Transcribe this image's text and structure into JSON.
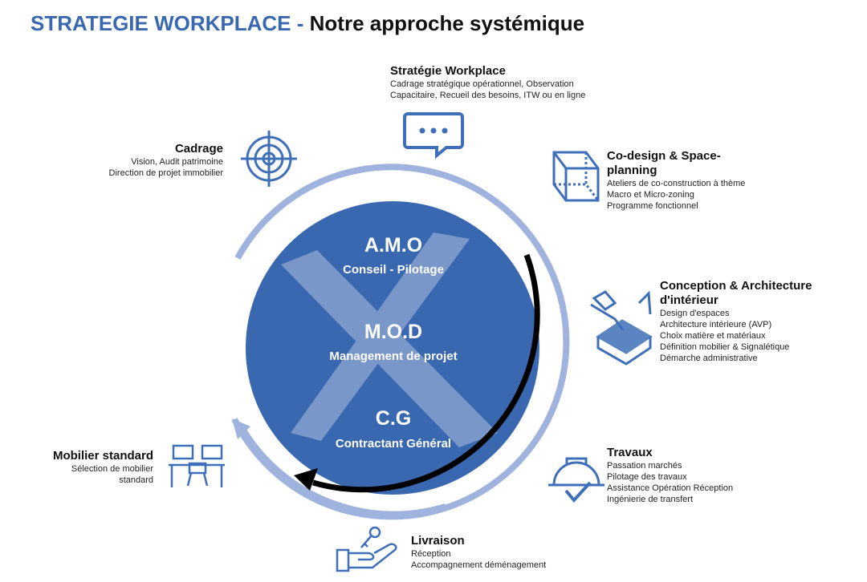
{
  "title": {
    "part1": "STRATEGIE WORKPLACE",
    "sep": " - ",
    "part2": "Notre approche systémique"
  },
  "center": {
    "amo": "A.M.O",
    "amo_sub": "Conseil - Pilotage",
    "mod": "M.O.D",
    "mod_sub": "Management de projet",
    "cg": "C.G",
    "cg_sub": "Contractant Général"
  },
  "steps": {
    "strategie": {
      "title": "Stratégie Workplace",
      "lines": [
        "Cadrage stratégique opérationnel, Observation",
        "Capacitaire, Recueil des besoins, ITW ou en ligne"
      ],
      "icon": "chat-bubble-icon"
    },
    "codesign": {
      "title1": "Co-design & Space-",
      "title2": "planning",
      "lines": [
        "Ateliers de co-construction à thème",
        "Macro et Micro-zoning",
        "Programme fonctionnel"
      ],
      "icon": "cube-icon"
    },
    "conception": {
      "title1": "Conception & Architecture",
      "title2": "d'intérieur",
      "lines": [
        "Design d'espaces",
        "Architecture intérieure (AVP)",
        "Choix matière et matériaux",
        "Définition mobilier & Signalétique",
        "Démarche administrative"
      ],
      "icon": "pen-nib-icon"
    },
    "travaux": {
      "title": "Travaux",
      "lines": [
        "Passation marchés",
        "Pilotage des travaux",
        "Assistance Opération Réception",
        "Ingénierie de transfert"
      ],
      "icon": "hard-hat-icon"
    },
    "livraison": {
      "title": "Livraison",
      "lines": [
        "Réception",
        "Accompagnement déménagement"
      ],
      "icon": "key-hand-icon"
    },
    "mobilier": {
      "title": "Mobilier standard",
      "lines": [
        "Sélection de mobilier",
        "standard"
      ],
      "icon": "desks-icon"
    },
    "cadrage": {
      "title": "Cadrage",
      "lines": [
        "Vision, Audit patrimoine",
        "Direction de projet immobilier"
      ],
      "icon": "target-icon"
    }
  },
  "colors": {
    "primary": "#3a68b0",
    "ring": "#9fb3de",
    "icon": "#3f6fb8",
    "arrow": "#000000"
  }
}
